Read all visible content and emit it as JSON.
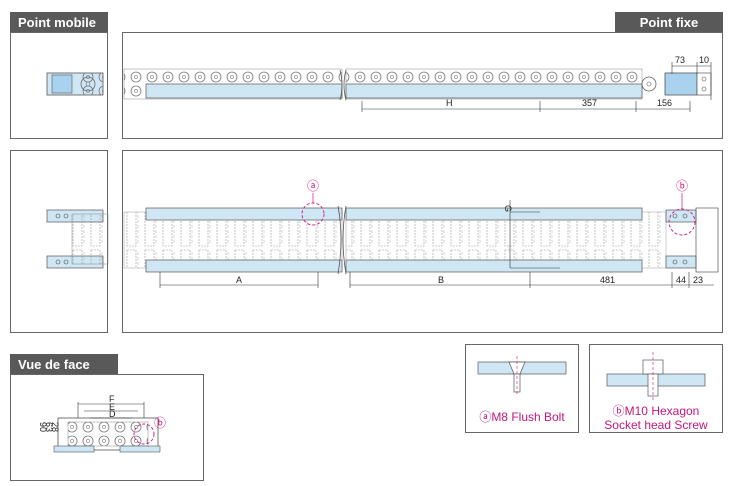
{
  "sections": {
    "moving_point": "Point mobile",
    "fixed_point": "Point fixe",
    "front_view": "Vue de face"
  },
  "dimensions": {
    "d73": "73",
    "d10": "10",
    "H": "H",
    "d357": "357",
    "d156": "156",
    "A": "A",
    "B": "B",
    "d481": "481",
    "d44": "44",
    "d23": "23",
    "G": "G",
    "E": "E",
    "F": "F",
    "D": "D",
    "d63": "63",
    "d28": "28",
    "d90": "90"
  },
  "markers": {
    "a": "ⓐ",
    "b": "ⓑ"
  },
  "details": {
    "bolt_a": "ⓐM8 Flush Bolt",
    "bolt_b_line1": "ⓑM10 Hexagon",
    "bolt_b_line2": "Socket head Screw"
  },
  "colors": {
    "frame_blue": "#cfe6f5",
    "stroke": "#555555",
    "accent": "#d0157d"
  }
}
